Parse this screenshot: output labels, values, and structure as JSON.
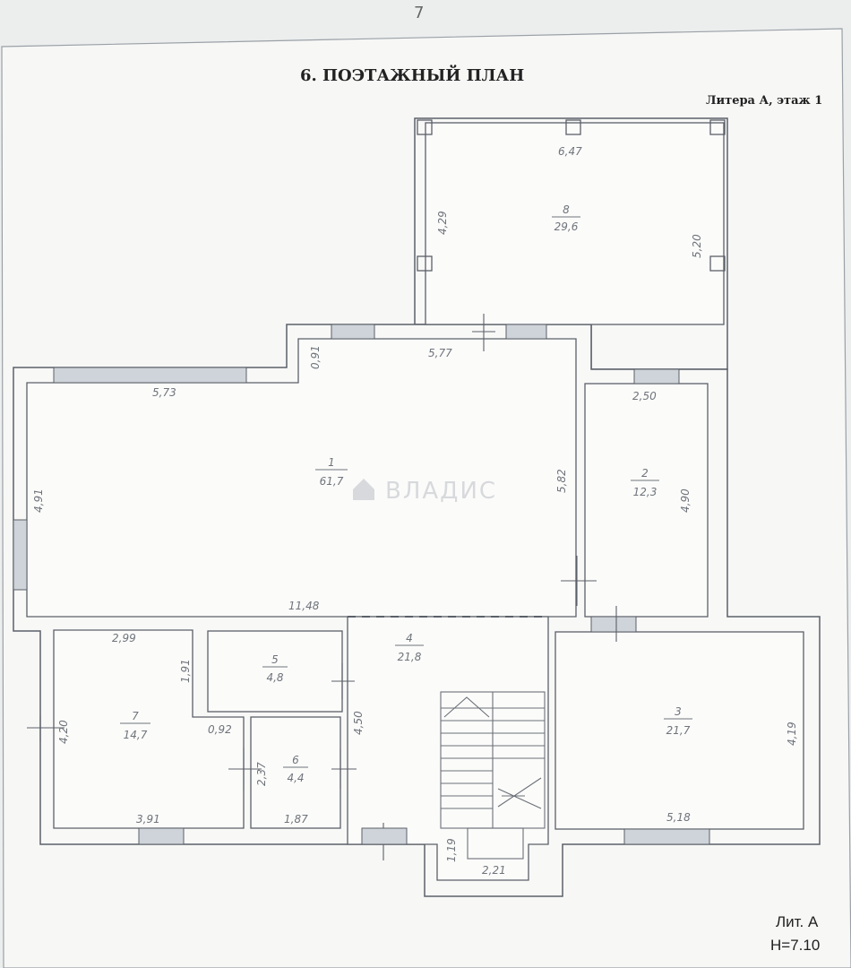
{
  "top_mark": "7",
  "title": "6. ПОЭТАЖНЫЙ ПЛАН",
  "subtitle": "Литера А, этаж 1",
  "watermark": "ВЛАДИС",
  "corner_label": {
    "line1": "Лит. А",
    "line2": "H=7.10"
  },
  "rooms": [
    {
      "id": "1",
      "area": "61,7"
    },
    {
      "id": "2",
      "area": "12,3"
    },
    {
      "id": "3",
      "area": "21,7"
    },
    {
      "id": "4",
      "area": "21,8"
    },
    {
      "id": "5",
      "area": "4,8"
    },
    {
      "id": "6",
      "area": "4,4"
    },
    {
      "id": "7",
      "area": "14,7"
    },
    {
      "id": "8",
      "area": "29,6"
    }
  ],
  "dimensions": {
    "r8_width": "6,47",
    "r8_left": "4,29",
    "r8_right": "5,20",
    "r1_top_right": "5,77",
    "r1_niche": "0,91",
    "r1_top_left": "5,73",
    "r1_left": "4,91",
    "r1_right": "5,82",
    "r1_bottom": "11,48",
    "r2_width": "2,50",
    "r2_height": "4,90",
    "r3_height": "4,19",
    "r3_width": "5,18",
    "r4_height": "4,50",
    "r7_top": "2,99",
    "r7_notch_v": "1,91",
    "r7_notch_h": "0,92",
    "r7_left": "4,20",
    "r7_bottom": "3,91",
    "r6_left": "2,37",
    "r6_bottom": "1,87",
    "stair_depth": "1,19",
    "stair_width": "2,21"
  }
}
